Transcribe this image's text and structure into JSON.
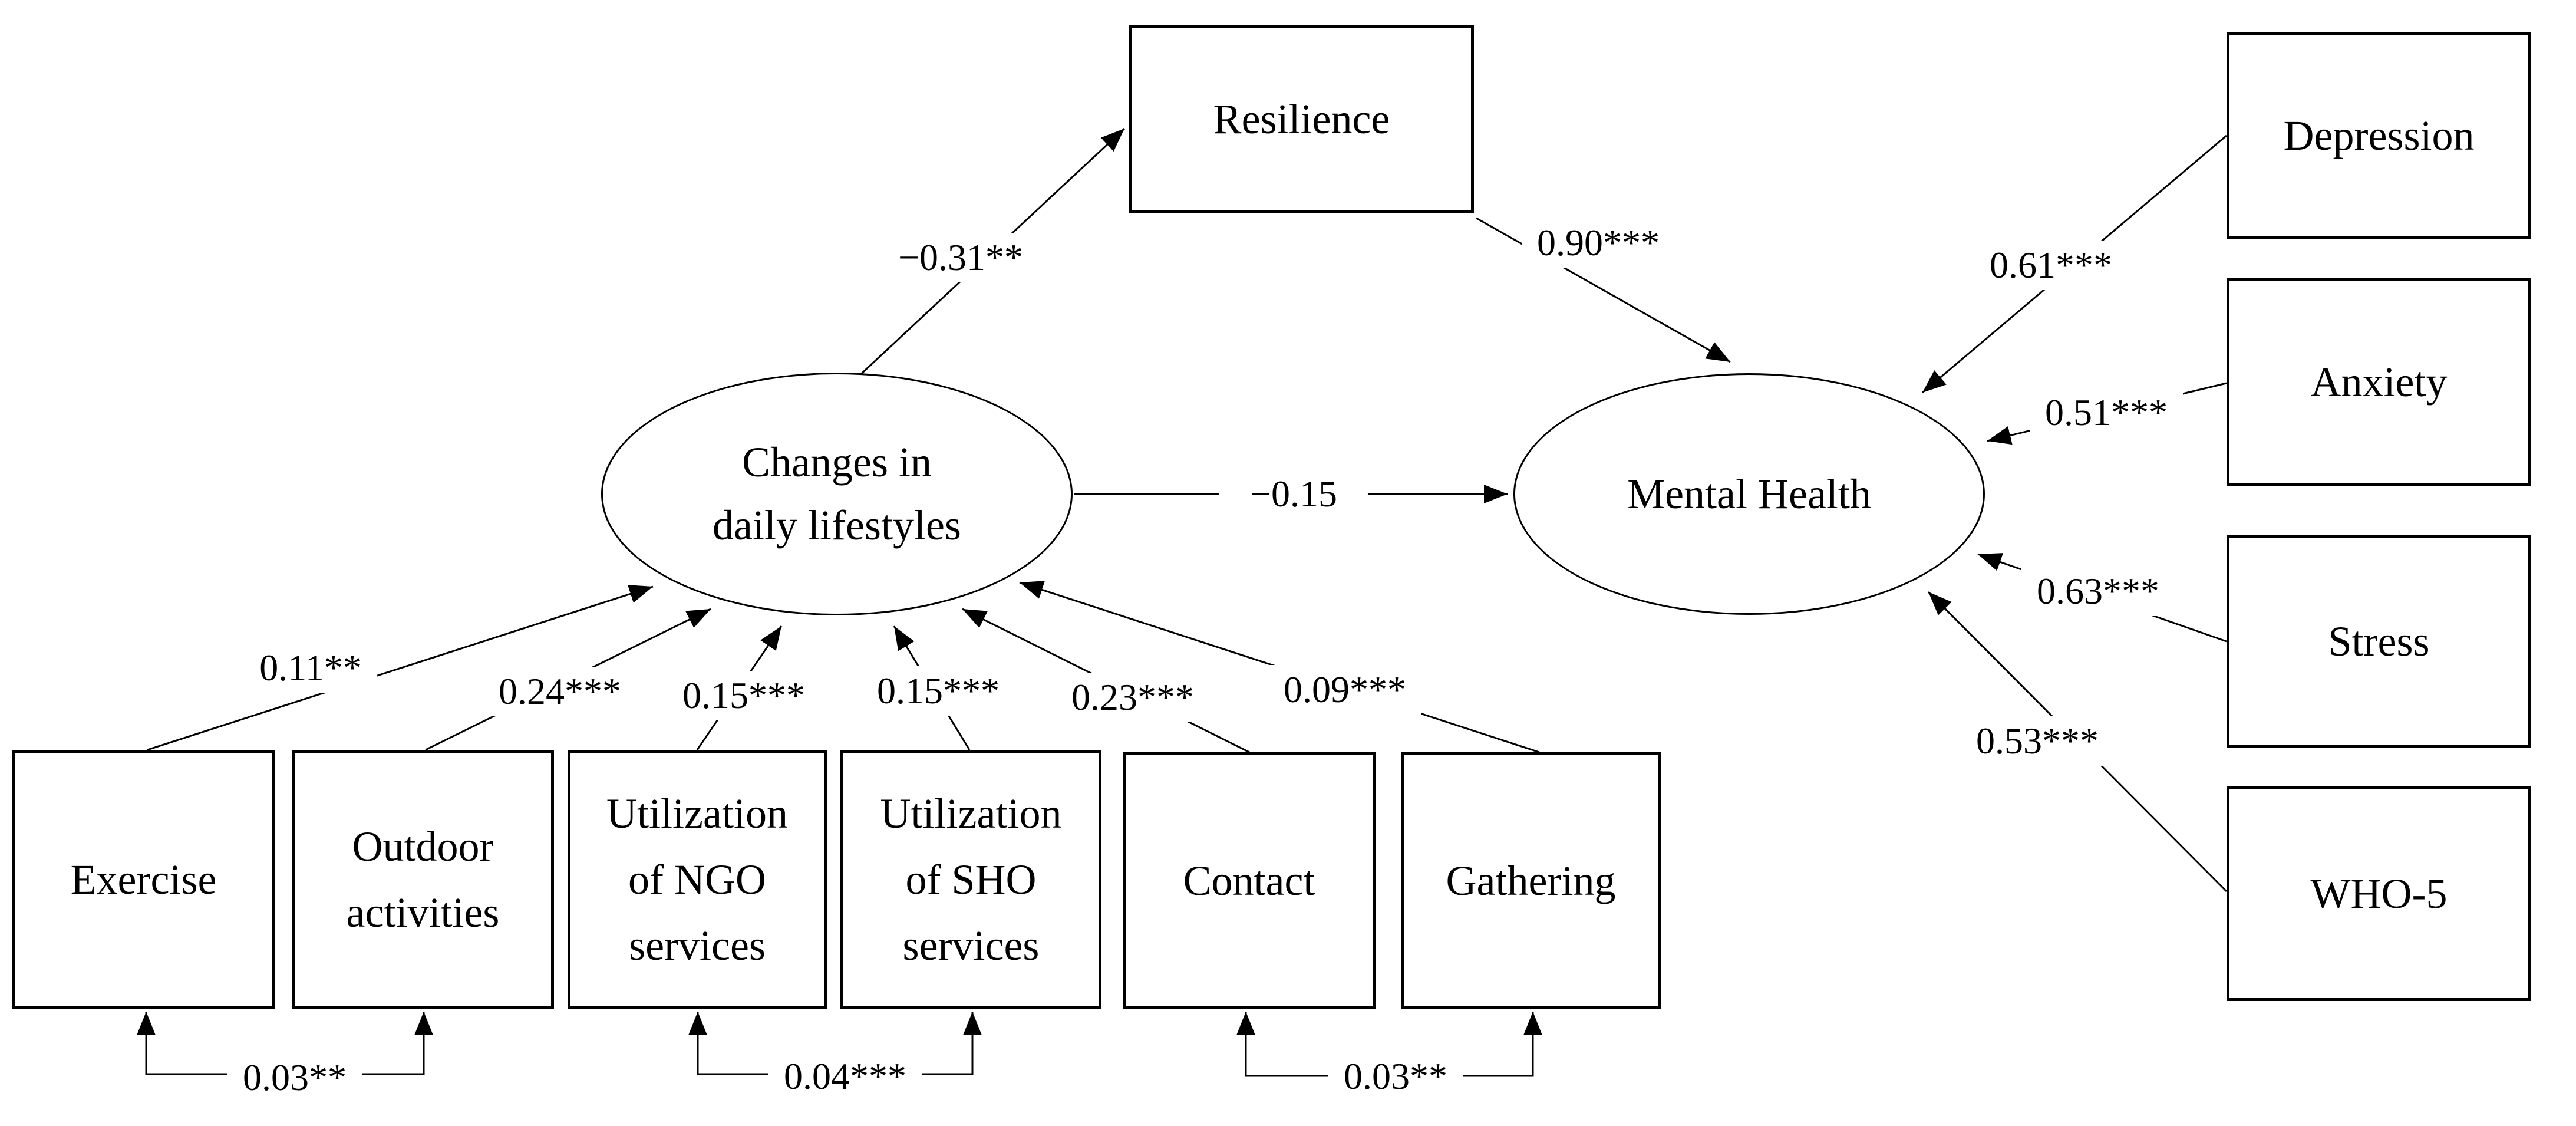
{
  "diagram": {
    "latent": {
      "lifestyle": {
        "lines": [
          "Changes in",
          "daily lifestyles"
        ]
      },
      "mental_health": {
        "label": "Mental Health"
      }
    },
    "mediator": {
      "resilience": {
        "label": "Resilience"
      }
    },
    "structural_paths": [
      {
        "from": "Changes in daily lifestyles",
        "to": "Resilience",
        "coef": "−0.31**"
      },
      {
        "from": "Resilience",
        "to": "Mental Health",
        "coef": "0.90***"
      },
      {
        "from": "Changes in daily lifestyles",
        "to": "Mental Health",
        "coef": "−0.15"
      }
    ],
    "lifestyle_indicators": [
      {
        "id": "exercise",
        "lines": [
          "Exercise"
        ],
        "coef": "0.11**"
      },
      {
        "id": "outdoor-activities",
        "lines": [
          "Outdoor",
          "activities"
        ],
        "coef": "0.24***"
      },
      {
        "id": "ngo-services",
        "lines": [
          "Utilization",
          "of NGO",
          "services"
        ],
        "coef": "0.15***"
      },
      {
        "id": "sho-services",
        "lines": [
          "Utilization",
          "of SHO",
          "services"
        ],
        "coef": "0.15***"
      },
      {
        "id": "contact",
        "lines": [
          "Contact"
        ],
        "coef": "0.23***"
      },
      {
        "id": "gathering",
        "lines": [
          "Gathering"
        ],
        "coef": "0.09***"
      }
    ],
    "mental_health_indicators": [
      {
        "id": "depression",
        "label": "Depression",
        "coef": "0.61***"
      },
      {
        "id": "anxiety",
        "label": "Anxiety",
        "coef": "0.51***"
      },
      {
        "id": "stress",
        "label": "Stress",
        "coef": "0.63***"
      },
      {
        "id": "who5",
        "label": "WHO-5",
        "coef": "0.53***"
      }
    ],
    "error_covariances": [
      {
        "between": [
          "Exercise",
          "Outdoor activities"
        ],
        "coef": "0.03**"
      },
      {
        "between": [
          "Utilization of NGO services",
          "Utilization of SHO services"
        ],
        "coef": "0.04***"
      },
      {
        "between": [
          "Contact",
          "Gathering"
        ],
        "coef": "0.03**"
      }
    ],
    "colors": {
      "line": "#000000",
      "background": "#ffffff",
      "text": "#000000"
    }
  }
}
